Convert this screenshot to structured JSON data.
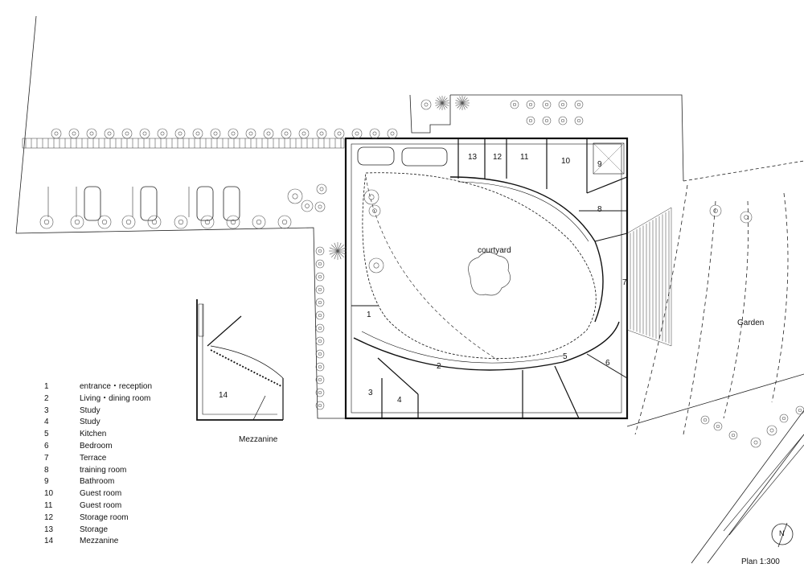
{
  "plan": {
    "scale_label": "Plan 1:300",
    "north_label": "N",
    "labels": {
      "courtyard": "courtyard",
      "garden": "Garden",
      "mezzanine_title": "Mezzanine"
    },
    "room_numbers": [
      "1",
      "2",
      "3",
      "4",
      "5",
      "6",
      "7",
      "8",
      "9",
      "10",
      "11",
      "12",
      "13",
      "14"
    ]
  },
  "legend": [
    {
      "num": "1",
      "name": "entrance・reception"
    },
    {
      "num": "2",
      "name": "Living・dining room"
    },
    {
      "num": "3",
      "name": "Study"
    },
    {
      "num": "4",
      "name": "Study"
    },
    {
      "num": "5",
      "name": "Kitchen"
    },
    {
      "num": "6",
      "name": "Bedroom"
    },
    {
      "num": "7",
      "name": "Terrace"
    },
    {
      "num": "8",
      "name": "training room"
    },
    {
      "num": "9",
      "name": "Bathroom"
    },
    {
      "num": "10",
      "name": "Guest room"
    },
    {
      "num": "11",
      "name": "Guest room"
    },
    {
      "num": "12",
      "name": "Storage room"
    },
    {
      "num": "13",
      "name": "Storage"
    },
    {
      "num": "14",
      "name": "Mezzanine"
    }
  ]
}
